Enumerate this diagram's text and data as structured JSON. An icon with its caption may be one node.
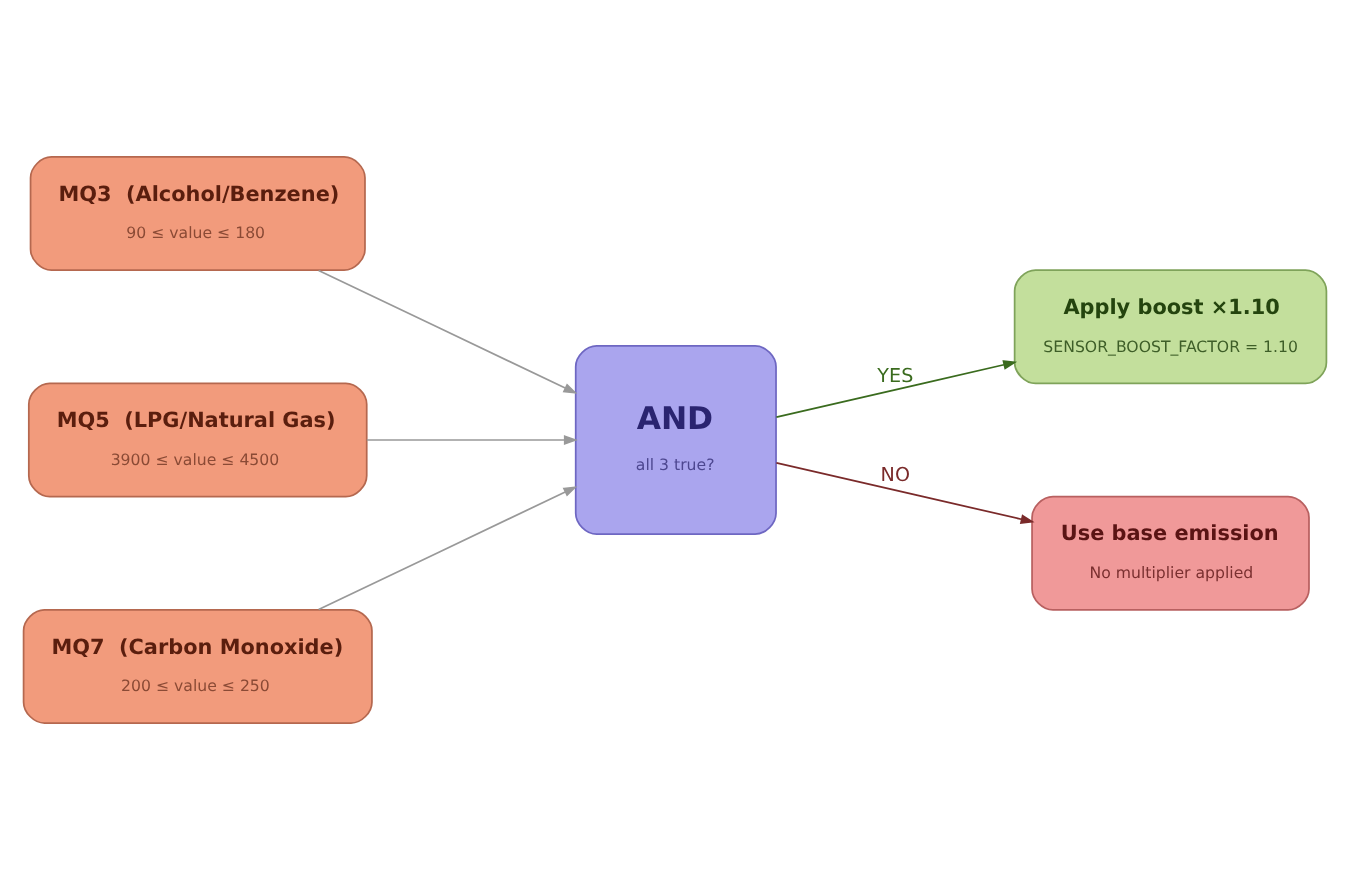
{
  "diagram": {
    "nodes": [
      {
        "text": [
          "MQ3  (Alcohol/Benzene)",
          "90 ≤ value ≤ 180"
        ]
      },
      {
        "text": [
          "MQ5  (LPG/Natural Gas)",
          "3900 ≤ value ≤ 4500"
        ]
      },
      {
        "text": [
          "MQ7  (Carbon Monoxide)",
          "200 ≤ value ≤ 250"
        ]
      },
      {
        "text": [
          "AND",
          "all 3 true?"
        ]
      },
      {
        "text": [
          "Apply boost ×1.10",
          "SENSOR_BOOST_FACTOR = 1.10"
        ]
      },
      {
        "text": [
          "Use base emission",
          "No multiplier applied"
        ]
      }
    ],
    "edges": [
      {
        "from": 0,
        "to": 3,
        "arrow": "to"
      },
      {
        "from": 1,
        "to": 3,
        "arrow": "to"
      },
      {
        "from": 2,
        "to": 3,
        "arrow": "to"
      },
      {
        "from": 3,
        "to": 4,
        "arrow": "to",
        "label": "YES",
        "color": "#3a6b1e"
      },
      {
        "from": 3,
        "to": 5,
        "arrow": "to",
        "label": "NO",
        "color": "#7a2a2a"
      }
    ]
  }
}
